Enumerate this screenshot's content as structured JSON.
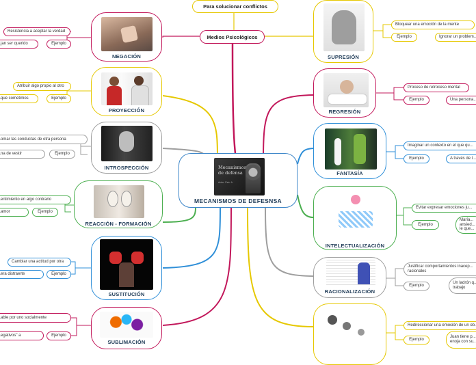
{
  "center": {
    "title": "MECANISMOS DE DEFESNSA",
    "image_title": "Mecanismos de defensa",
    "image_subtitle": "Autor: Psic. A"
  },
  "top": {
    "solve": "Para solucionar conflictos",
    "medios": "Medios Psicológicos"
  },
  "example_label": "Ejemplo",
  "left_nodes": [
    {
      "title": "NEGACIÓN",
      "definition": "Resistencia a aceptar la verdad",
      "example": "...jan ser querido"
    },
    {
      "title": "PROYECCIÓN",
      "definition": "Atribuir algo propio al otro",
      "example": "...que cometimos"
    },
    {
      "title": "INTROSPECCIÓN",
      "definition": "...omar las conductas de otra persona",
      "example": "...na de vestir"
    },
    {
      "title": "REACCIÓN - FORMACIÓN",
      "definition": "...entimiento en algo contrario",
      "example": "...amor"
    },
    {
      "title": "SUSTITUCIÓN",
      "definition": "Cambiar una actitud por otra",
      "example": "...era distraerte"
    },
    {
      "title": "SUBLIMACIÓN",
      "definition": "...able por uno socialmente",
      "example": "...egativos\" a"
    }
  ],
  "right_nodes": [
    {
      "title": "SUPRESIÓN",
      "definition": "Bloquear una emoción de la mente",
      "example": "Ignorar un problem..."
    },
    {
      "title": "REGRESIÓN",
      "definition": "Proceso de retroceso mental",
      "example": "Una persona..."
    },
    {
      "title": "FANTASÍA",
      "definition": "Imaginar un contexto en el que qu...",
      "example": "A través de l..."
    },
    {
      "title": "INTELECTUALIZACIÓN",
      "definition": "Evitar expresar emociones ju...",
      "example": "María... ansied... le que..."
    },
    {
      "title": "RACIONALIZACIÓN",
      "definition": "Justificar comportamientos inacep... racionales",
      "example": "Un ladrón q... trabajo"
    },
    {
      "title": "",
      "definition": "Redireccionar una emoción de un ob...",
      "example": "Juan tiene p... enoja con su..."
    }
  ],
  "colors": {
    "magenta": "#c2185b",
    "yellow": "#e6c800",
    "gray": "#9e9e9e",
    "green": "#4caf50",
    "blue": "#2f8fd8",
    "red": "#e53935"
  }
}
